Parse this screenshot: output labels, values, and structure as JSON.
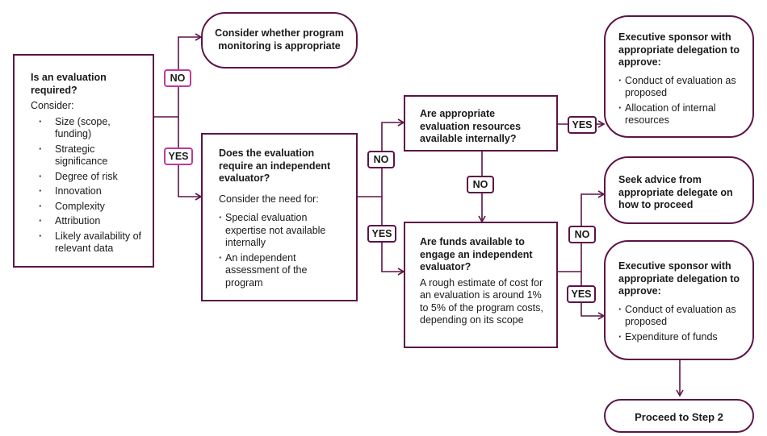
{
  "q_required": {
    "title": "Is an evaluation required?",
    "consider": "Consider:",
    "items": [
      "Size (scope, funding)",
      "Strategic significance",
      "Degree of risk",
      "Innovation",
      "Complexity",
      "Attribution",
      "Likely availability of relevant data"
    ]
  },
  "monitoring": {
    "text": "Consider whether program monitoring is appropriate"
  },
  "q_independent": {
    "title": "Does the evaluation require an independent evaluator?",
    "consider": "Consider the need for:",
    "items": [
      "Special evaluation expertise not available internally",
      "An independent assessment of the program"
    ]
  },
  "q_resources": {
    "title": "Are appropriate evaluation resources available internally?"
  },
  "q_funds": {
    "title": "Are funds available to engage an independent evaluator?",
    "note": "A rough estimate of cost for an evaluation is around 1% to 5% of the program costs, depending on its scope"
  },
  "exec_internal": {
    "title": "Executive sponsor with appropriate delegation to approve:",
    "items": [
      "Conduct of evaluation as proposed",
      "Allocation of internal resources"
    ]
  },
  "seek_advice": {
    "text": "Seek advice from appropriate delegate on how to proceed"
  },
  "exec_funds": {
    "title": "Executive sponsor with appropriate delegation to approve:",
    "items": [
      "Conduct of evaluation as proposed",
      "Expenditure of funds"
    ]
  },
  "proceed": {
    "text": "Proceed to Step 2"
  },
  "labels": {
    "no": "NO",
    "yes": "YES"
  },
  "colors": {
    "line": "#5c1447",
    "highlight": "#c0399a"
  }
}
